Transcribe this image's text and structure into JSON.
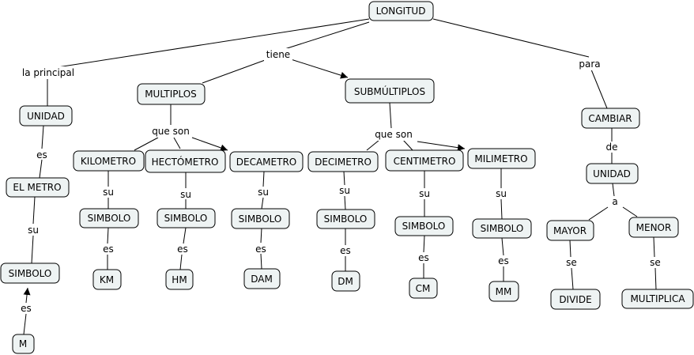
{
  "concept_map": {
    "nodes": {
      "longitud": "LONGITUD",
      "multiplos": "MULTIPLOS",
      "submultiplos": "SUBMÚLTIPLOS",
      "unidad": "UNIDAD",
      "el_metro": "EL METRO",
      "simbolo_m": "SIMBOLO",
      "m": "M",
      "kilometro": "KILOMETRO",
      "hectometro": "HECTÓMETRO",
      "decametro": "DECAMETRO",
      "simbolo_km": "SIMBOLO",
      "simbolo_hm": "SIMBOLO",
      "simbolo_dam": "SIMBOLO",
      "km": "KM",
      "hm": "HM",
      "dam": "DAM",
      "decimetro": "DECIMETRO",
      "centimetro": "CENTIMETRO",
      "milimetro": "MILIMETRO",
      "simbolo_dm": "SIMBOLO",
      "simbolo_cm": "SIMBOLO",
      "simbolo_mm": "SIMBOLO",
      "dm": "DM",
      "cm": "CM",
      "mm": "MM",
      "cambiar": "CAMBIAR",
      "unidad2": "UNIDAD",
      "mayor": "MAYOR",
      "menor": "MENOR",
      "divide": "DIVIDE",
      "multiplica": "MULTIPLICA"
    },
    "links": {
      "la_principal": "la principal",
      "tiene": "tiene",
      "para": "para",
      "es_unidad": "es",
      "su_metro": "su",
      "es_m": "es",
      "que_son_mult": "que son",
      "su_km": "su",
      "su_hm": "su",
      "su_dam": "su",
      "es_km": "es",
      "es_hm": "es",
      "es_dam": "es",
      "que_son_sub": "que son",
      "su_dm": "su",
      "su_cm": "su",
      "su_mm": "su",
      "es_dm": "es",
      "es_cm": "es",
      "es_mm": "es",
      "de": "de",
      "a": "a",
      "se_mayor": "se",
      "se_menor": "se"
    }
  }
}
